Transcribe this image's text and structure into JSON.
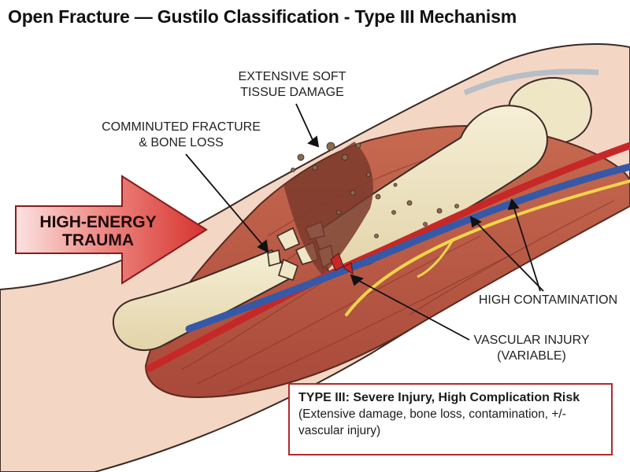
{
  "title": "Open Fracture — Gustilo Classification - Type III Mechanism",
  "arrow_label": [
    "HIGH-ENERGY",
    "TRAUMA"
  ],
  "labels": {
    "soft_tissue": [
      "EXTENSIVE SOFT",
      "TISSUE DAMAGE"
    ],
    "comminuted": [
      "COMMINUTED FRACTURE",
      "& BONE LOSS"
    ],
    "contamination": "HIGH CONTAMINATION",
    "vascular": [
      "VASCULAR INJURY",
      "(VARIABLE)"
    ]
  },
  "info_box": {
    "heading": "TYPE III: Severe Injury, High Complication Risk",
    "body": "(Extensive damage, bone loss, contamination, +/- vascular injury)"
  },
  "colors": {
    "skin": "#f3d6c4",
    "muscle": "#b8563f",
    "bone": "#efe6c6",
    "artery": "#c62828",
    "vein": "#3559a8",
    "nerve": "#f2d54a",
    "trauma_arrow": "#d7332f",
    "info_border": "#b3292b"
  }
}
